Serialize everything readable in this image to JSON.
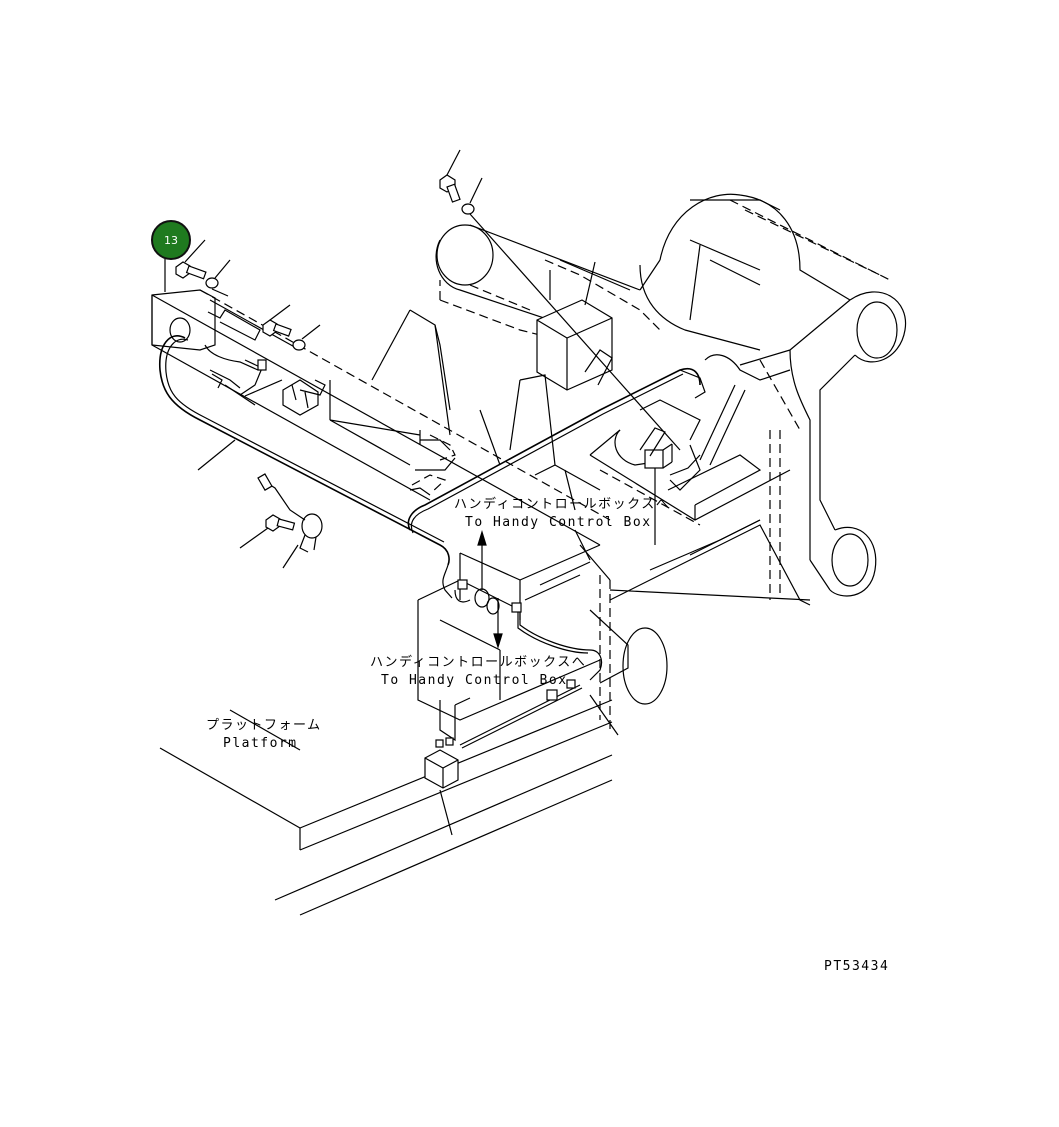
{
  "callout": {
    "number": "13",
    "color": "#1f7a1f"
  },
  "labels": {
    "handy_upper_ja": "ハンディコントロールボックスへ",
    "handy_upper_en": "To Handy Control Box",
    "handy_lower_ja": "ハンディコントロールボックスへ",
    "handy_lower_en": "To Handy Control Box",
    "platform_ja": "プラットフォーム",
    "platform_en": "Platform",
    "part_code": "PT53434"
  }
}
